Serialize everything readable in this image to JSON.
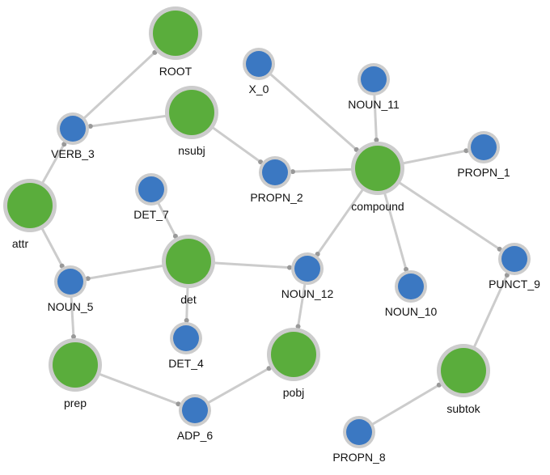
{
  "diagram": {
    "nodes": [
      {
        "id": "ROOT",
        "label": "ROOT",
        "kind": "dep"
      },
      {
        "id": "VERB_3",
        "label": "VERB_3",
        "kind": "token"
      },
      {
        "id": "nsubj",
        "label": "nsubj",
        "kind": "dep"
      },
      {
        "id": "X_0",
        "label": "X_0",
        "kind": "token"
      },
      {
        "id": "NOUN_11",
        "label": "NOUN_11",
        "kind": "token"
      },
      {
        "id": "compound",
        "label": "compound",
        "kind": "dep"
      },
      {
        "id": "PROPN_1",
        "label": "PROPN_1",
        "kind": "token"
      },
      {
        "id": "PROPN_2",
        "label": "PROPN_2",
        "kind": "token"
      },
      {
        "id": "attr",
        "label": "attr",
        "kind": "dep"
      },
      {
        "id": "DET_7",
        "label": "DET_7",
        "kind": "token"
      },
      {
        "id": "det",
        "label": "det",
        "kind": "dep"
      },
      {
        "id": "NOUN_12",
        "label": "NOUN_12",
        "kind": "token"
      },
      {
        "id": "NOUN_10",
        "label": "NOUN_10",
        "kind": "token"
      },
      {
        "id": "PUNCT_9",
        "label": "PUNCT_9",
        "kind": "token"
      },
      {
        "id": "NOUN_5",
        "label": "NOUN_5",
        "kind": "token"
      },
      {
        "id": "DET_4",
        "label": "DET_4",
        "kind": "token"
      },
      {
        "id": "prep",
        "label": "prep",
        "kind": "dep"
      },
      {
        "id": "pobj",
        "label": "pobj",
        "kind": "dep"
      },
      {
        "id": "ADP_6",
        "label": "ADP_6",
        "kind": "token"
      },
      {
        "id": "subtok",
        "label": "subtok",
        "kind": "dep"
      },
      {
        "id": "PROPN_8",
        "label": "PROPN_8",
        "kind": "token"
      }
    ],
    "edges": [
      {
        "from": "VERB_3",
        "to": "ROOT"
      },
      {
        "from": "nsubj",
        "to": "VERB_3"
      },
      {
        "from": "attr",
        "to": "VERB_3"
      },
      {
        "from": "nsubj",
        "to": "PROPN_2"
      },
      {
        "from": "compound",
        "to": "PROPN_2"
      },
      {
        "from": "X_0",
        "to": "compound"
      },
      {
        "from": "NOUN_11",
        "to": "compound"
      },
      {
        "from": "compound",
        "to": "PROPN_1"
      },
      {
        "from": "compound",
        "to": "NOUN_12"
      },
      {
        "from": "compound",
        "to": "NOUN_10"
      },
      {
        "from": "compound",
        "to": "PUNCT_9"
      },
      {
        "from": "attr",
        "to": "NOUN_5"
      },
      {
        "from": "det",
        "to": "NOUN_5"
      },
      {
        "from": "DET_7",
        "to": "det"
      },
      {
        "from": "det",
        "to": "NOUN_12"
      },
      {
        "from": "det",
        "to": "DET_4"
      },
      {
        "from": "NOUN_5",
        "to": "prep"
      },
      {
        "from": "prep",
        "to": "ADP_6"
      },
      {
        "from": "ADP_6",
        "to": "pobj"
      },
      {
        "from": "NOUN_12",
        "to": "pobj"
      },
      {
        "from": "subtok",
        "to": "PUNCT_9"
      },
      {
        "from": "PROPN_8",
        "to": "subtok"
      }
    ],
    "colors": {
      "dep_fill": "#5aad3c",
      "token_fill": "#3b78c2",
      "ring": "#cccccc",
      "edge": "#cccccc",
      "arrow": "#999999"
    }
  }
}
